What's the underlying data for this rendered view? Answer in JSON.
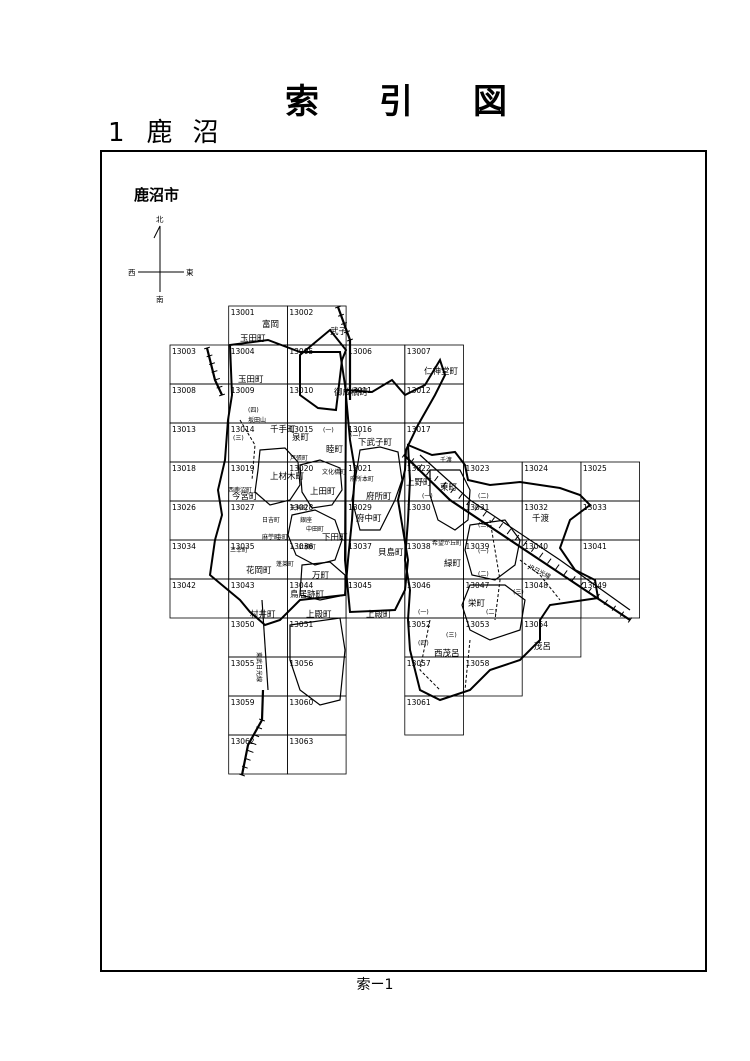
{
  "page": {
    "title": "索引図",
    "section_number": "1",
    "section_name": "鹿沼",
    "city_label": "鹿沼市",
    "footer": "索ー1"
  },
  "compass": {
    "north": "北",
    "south": "南",
    "east": "東",
    "west": "西"
  },
  "grid_cells": [
    {
      "id": "13001",
      "col": 1,
      "row": 0
    },
    {
      "id": "13002",
      "col": 2,
      "row": 0
    },
    {
      "id": "13003",
      "col": 0,
      "row": 1
    },
    {
      "id": "13004",
      "col": 1,
      "row": 1
    },
    {
      "id": "13005",
      "col": 2,
      "row": 1
    },
    {
      "id": "13006",
      "col": 3,
      "row": 1
    },
    {
      "id": "13007",
      "col": 4,
      "row": 1
    },
    {
      "id": "13008",
      "col": 0,
      "row": 2
    },
    {
      "id": "13009",
      "col": 1,
      "row": 2
    },
    {
      "id": "13010",
      "col": 2,
      "row": 2
    },
    {
      "id": "13011",
      "col": 3,
      "row": 2
    },
    {
      "id": "13012",
      "col": 4,
      "row": 2
    },
    {
      "id": "13013",
      "col": 0,
      "row": 3
    },
    {
      "id": "13014",
      "col": 1,
      "row": 3
    },
    {
      "id": "13015",
      "col": 2,
      "row": 3
    },
    {
      "id": "13016",
      "col": 3,
      "row": 3
    },
    {
      "id": "13017",
      "col": 4,
      "row": 3
    },
    {
      "id": "13018",
      "col": 0,
      "row": 4
    },
    {
      "id": "13019",
      "col": 1,
      "row": 4
    },
    {
      "id": "13020",
      "col": 2,
      "row": 4
    },
    {
      "id": "13021",
      "col": 3,
      "row": 4
    },
    {
      "id": "13022",
      "col": 4,
      "row": 4
    },
    {
      "id": "13023",
      "col": 5,
      "row": 4
    },
    {
      "id": "13024",
      "col": 6,
      "row": 4
    },
    {
      "id": "13025",
      "col": 7,
      "row": 4
    },
    {
      "id": "13026",
      "col": 0,
      "row": 5
    },
    {
      "id": "13027",
      "col": 1,
      "row": 5
    },
    {
      "id": "13028",
      "col": 2,
      "row": 5
    },
    {
      "id": "13029",
      "col": 3,
      "row": 5
    },
    {
      "id": "13030",
      "col": 4,
      "row": 5
    },
    {
      "id": "13031",
      "col": 5,
      "row": 5
    },
    {
      "id": "13032",
      "col": 6,
      "row": 5
    },
    {
      "id": "13033",
      "col": 7,
      "row": 5
    },
    {
      "id": "13034",
      "col": 0,
      "row": 6
    },
    {
      "id": "13035",
      "col": 1,
      "row": 6
    },
    {
      "id": "13036",
      "col": 2,
      "row": 6
    },
    {
      "id": "13037",
      "col": 3,
      "row": 6
    },
    {
      "id": "13038",
      "col": 4,
      "row": 6
    },
    {
      "id": "13039",
      "col": 5,
      "row": 6
    },
    {
      "id": "13040",
      "col": 6,
      "row": 6
    },
    {
      "id": "13041",
      "col": 7,
      "row": 6
    },
    {
      "id": "13042",
      "col": 0,
      "row": 7
    },
    {
      "id": "13043",
      "col": 1,
      "row": 7
    },
    {
      "id": "13044",
      "col": 2,
      "row": 7
    },
    {
      "id": "13045",
      "col": 3,
      "row": 7
    },
    {
      "id": "13046",
      "col": 4,
      "row": 7
    },
    {
      "id": "13047",
      "col": 5,
      "row": 7
    },
    {
      "id": "13048",
      "col": 6,
      "row": 7
    },
    {
      "id": "13049",
      "col": 7,
      "row": 7
    },
    {
      "id": "13050",
      "col": 1,
      "row": 8
    },
    {
      "id": "13051",
      "col": 2,
      "row": 8
    },
    {
      "id": "13052",
      "col": 4,
      "row": 8
    },
    {
      "id": "13053",
      "col": 5,
      "row": 8
    },
    {
      "id": "13054",
      "col": 6,
      "row": 8
    },
    {
      "id": "13055",
      "col": 1,
      "row": 9
    },
    {
      "id": "13056",
      "col": 2,
      "row": 9
    },
    {
      "id": "13057",
      "col": 4,
      "row": 9
    },
    {
      "id": "13058",
      "col": 5,
      "row": 9
    },
    {
      "id": "13059",
      "col": 1,
      "row": 10
    },
    {
      "id": "13060",
      "col": 2,
      "row": 10
    },
    {
      "id": "13061",
      "col": 4,
      "row": 10
    },
    {
      "id": "13062",
      "col": 1,
      "row": 11
    },
    {
      "id": "13063",
      "col": 2,
      "row": 11
    }
  ],
  "town_labels": [
    "富岡",
    "玉田町",
    "武子",
    "仁神堂町",
    "玉田町",
    "御成橋町",
    "千手町",
    "泉町",
    "睦町",
    "下武子町",
    "上野町",
    "東町",
    "上材木町",
    "府所町",
    "府中町",
    "千渡",
    "今宮町",
    "上田町",
    "下田町",
    "貝島町",
    "緑町",
    "花岡町",
    "万町",
    "鳥居跡町",
    "村井町",
    "上殿町",
    "上殿町",
    "栄町",
    "西茂呂",
    "茂呂",
    "西鹿沼町",
    "戸張町",
    "府所本町",
    "三幸町",
    "坂田山",
    "日吉町",
    "銀座",
    "蓬莱町",
    "千渡",
    "文化橋町",
    "天神町",
    "中田町",
    "希望が丘町",
    "上横町",
    "寺町",
    "麻苧町"
  ],
  "railway_labels": [
    "JR日光線",
    "東武日光線",
    "千渡"
  ],
  "sub_markers": [
    "(一)",
    "(二)",
    "(三)",
    "(四)"
  ]
}
